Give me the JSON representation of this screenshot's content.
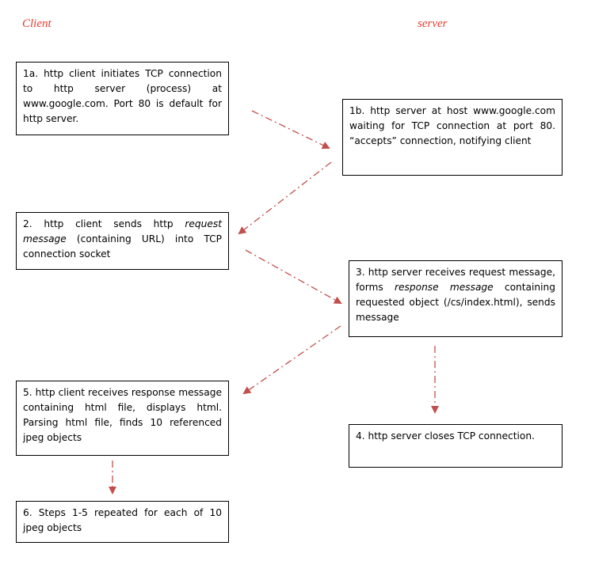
{
  "headings": {
    "client": "Client",
    "server": "server"
  },
  "colors": {
    "heading": "#e8392b",
    "arrow": "#c0504d"
  },
  "boxes": {
    "b1a": {
      "text": "1a. http client initiates TCP connection to http server (process) at www.google.com. Port 80 is default for http server."
    },
    "b1b": {
      "text": "1b. http server at host www.google.com waiting for TCP connection at port 80. “accepts” connection, notifying client"
    },
    "b2": {
      "pre": "2. http client sends http ",
      "em": "request message",
      "post": " (containing URL) into TCP connection socket"
    },
    "b3": {
      "pre": "3. http server receives request message, forms ",
      "em": "response message",
      "post": " containing requested object (/cs/index.html), sends message"
    },
    "b4": {
      "text": "4. http server closes TCP connection."
    },
    "b5": {
      "text": "5. http client receives response message containing html file, displays html. Parsing html file, finds 10 referenced jpeg objects"
    },
    "b6": {
      "text": "6. Steps 1-5 repeated for each of 10 jpeg objects"
    }
  }
}
